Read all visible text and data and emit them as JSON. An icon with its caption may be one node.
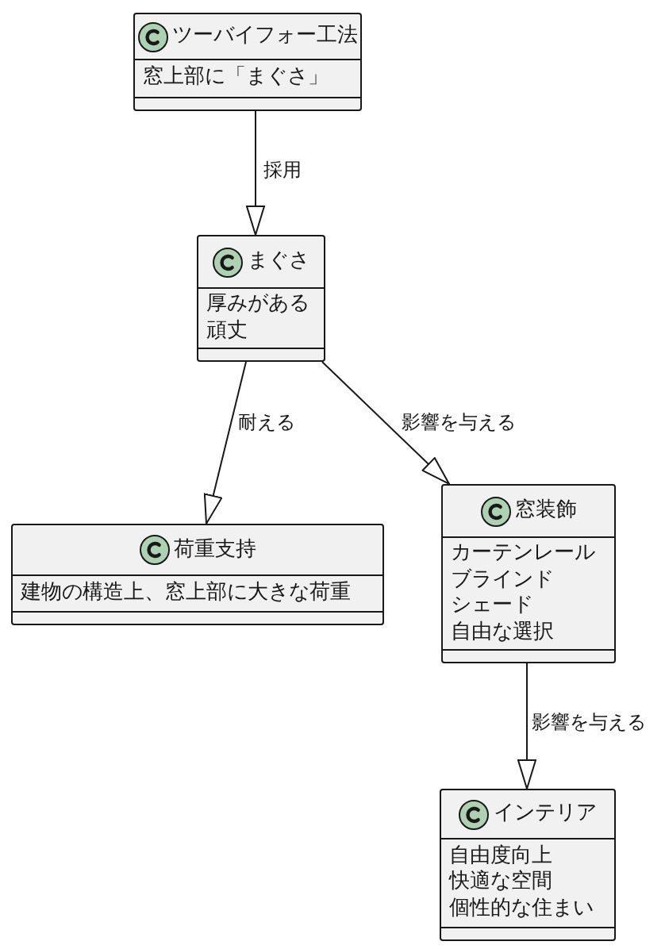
{
  "diagram": {
    "nodes": [
      {
        "text": [
          "ツーバイフォー工法",
          "窓上部に「まぐさ」"
        ]
      },
      {
        "text": [
          "まぐさ",
          "厚みがある",
          "頑丈"
        ]
      },
      {
        "text": [
          "荷重支持",
          "建物の構造上、窓上部に大きな荷重"
        ]
      },
      {
        "text": [
          "窓装飾",
          "カーテンレール",
          "ブラインド",
          "シェード",
          "自由な選択"
        ]
      },
      {
        "text": [
          "インテリア",
          "自由度向上",
          "快適な空間",
          "個性的な住まい"
        ]
      }
    ],
    "edges": [
      {
        "from": 0,
        "to": 1,
        "arrow": "to",
        "label": "採用"
      },
      {
        "from": 1,
        "to": 2,
        "arrow": "to",
        "label": "耐える"
      },
      {
        "from": 1,
        "to": 3,
        "arrow": "to",
        "label": "影響を与える"
      },
      {
        "from": 3,
        "to": 4,
        "arrow": "to",
        "label": "影響を与える"
      }
    ]
  }
}
